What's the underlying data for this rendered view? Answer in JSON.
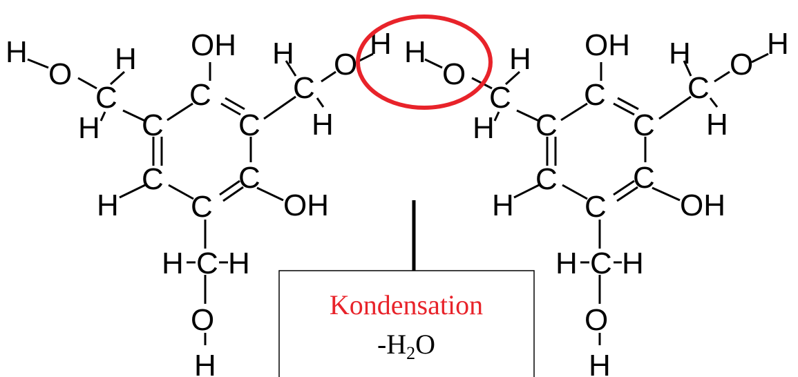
{
  "atom_symbols": {
    "carbon": "C",
    "oxygen": "O",
    "hydrogen": "H",
    "hydroxyl": "OH"
  },
  "reaction_box": {
    "label": "Kondensation",
    "formula_prefix": "-H",
    "formula_subscript": "2",
    "formula_suffix": "O"
  },
  "colors": {
    "highlight": "#e8232a",
    "atom": "#000000",
    "label": "#e8232a"
  }
}
